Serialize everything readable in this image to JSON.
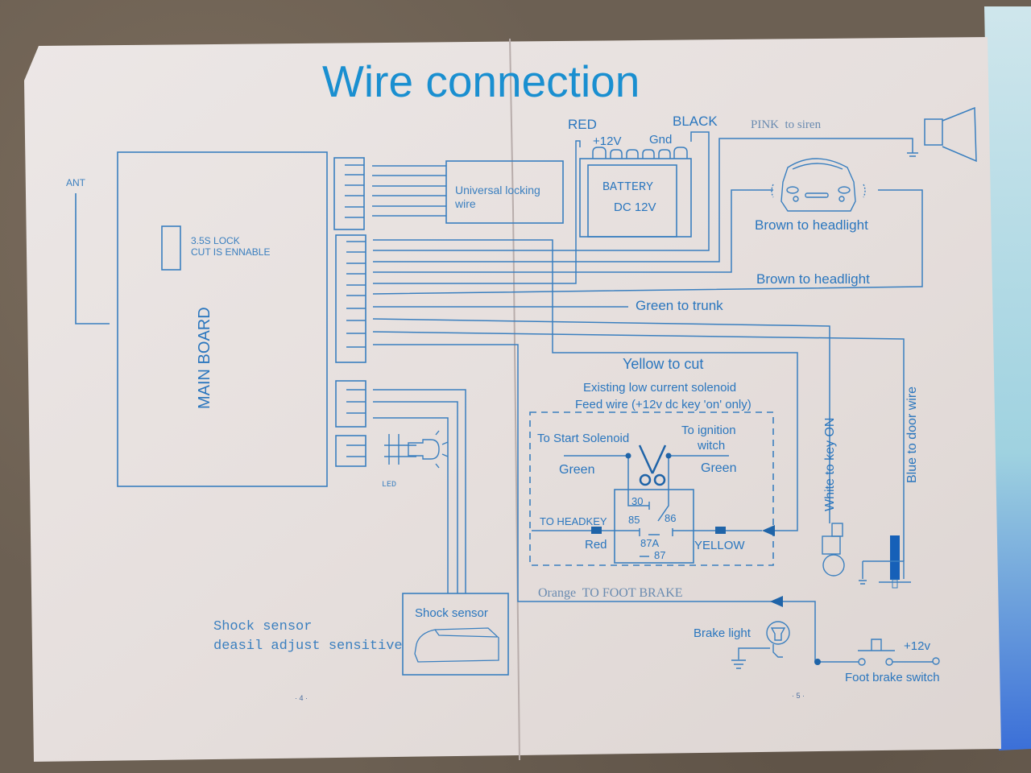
{
  "title": "Wire connection",
  "antenna": {
    "label": "ANT"
  },
  "main_board": {
    "label": "MAIN BOARD",
    "switch_note_line1": "3.5S LOCK",
    "switch_note_line2": "CUT IS ENNABLE"
  },
  "locking": {
    "line1": "Universal locking",
    "line2": "wire"
  },
  "battery": {
    "red_label": "RED",
    "black_label": "BLACK",
    "positive_label": "+12V",
    "ground_label": "Gnd",
    "name": "BATTERY",
    "voltage": "DC 12V"
  },
  "siren": {
    "label": "PINK  to siren"
  },
  "headlights": {
    "label_upper": "Brown to headlight",
    "label_lower": "Brown to headlight"
  },
  "trunk": {
    "label": "Green to trunk"
  },
  "cut": {
    "label": "Yellow to cut",
    "note_line1": "Existing low current solenoid",
    "note_line2": "Feed wire (+12v dc key 'on' only)"
  },
  "relay": {
    "start_solenoid": "To Start Solenoid",
    "ignition_line1": "To ignition",
    "ignition_line2": "witch",
    "green_left": "Green",
    "green_right": "Green",
    "pin_30": "30",
    "pin_85": "85",
    "pin_86": "86",
    "pin_87a": "87A",
    "pin_87": "87",
    "to_headkey": "TO HEADKEY",
    "red": "Red",
    "yellow": "YELLOW"
  },
  "key_on": {
    "label": "White to key ON"
  },
  "door": {
    "label": "Blue to door wire"
  },
  "led": {
    "label": "LED"
  },
  "shock": {
    "box_label": "Shock sensor",
    "note_line1": "Shock sensor",
    "note_line2": "deasil adjust sensitive"
  },
  "brake": {
    "orange_label": "Orange  TO FOOT BRAKE",
    "brake_light": "Brake light",
    "plus12": "+12v",
    "switch_label": "Foot brake switch"
  },
  "page_numbers": {
    "left": "· 4 ·",
    "right": "· 5 ·"
  },
  "colors": {
    "ink": "#2f7fc0",
    "ink_dark": "#1f64a8",
    "title": "#1a8fd0",
    "paper": "#e9e3e1",
    "blue_fill": "#1660b8"
  }
}
